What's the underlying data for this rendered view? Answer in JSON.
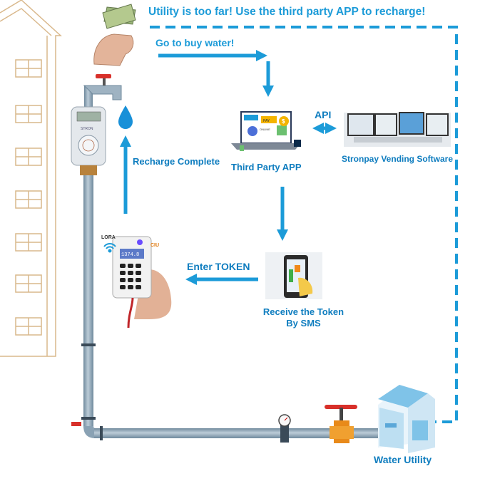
{
  "headline": "Utility is too far!  Use the third party APP to recharge!",
  "steps": {
    "buy_water": "Go to buy water!",
    "api": "API",
    "vending_software": "Stronpay Vending Software",
    "third_party_app": "Third Party APP",
    "recharge_complete": "Recharge Complete",
    "enter_token": "Enter TOKEN",
    "receive_token_line1": "Receive the Token",
    "receive_token_line2": "By SMS",
    "water_utility": "Water Utility"
  },
  "device_labels": {
    "lora": "LORA",
    "ciu": "CIU",
    "meter_brand": "STRON",
    "ciu_display": "1374.8"
  },
  "app_screen_labels": {
    "pay": "PAY",
    "online": "ONLINE"
  },
  "colors": {
    "arrow_blue": "#1c9bd8",
    "pipe": "#8aa2b4",
    "building_outline": "#d9b88c",
    "valve_red": "#d8302a",
    "utility_building": "#7fc3e8"
  },
  "icons": [
    "money-hand-icon",
    "water-meter-icon",
    "water-drop-icon",
    "laptop-app-icon",
    "monitors-icon",
    "ciu-keypad-icon",
    "phone-sms-icon",
    "pressure-gauge-icon",
    "gate-valve-icon",
    "utility-building-icon",
    "apartment-building-icon"
  ]
}
